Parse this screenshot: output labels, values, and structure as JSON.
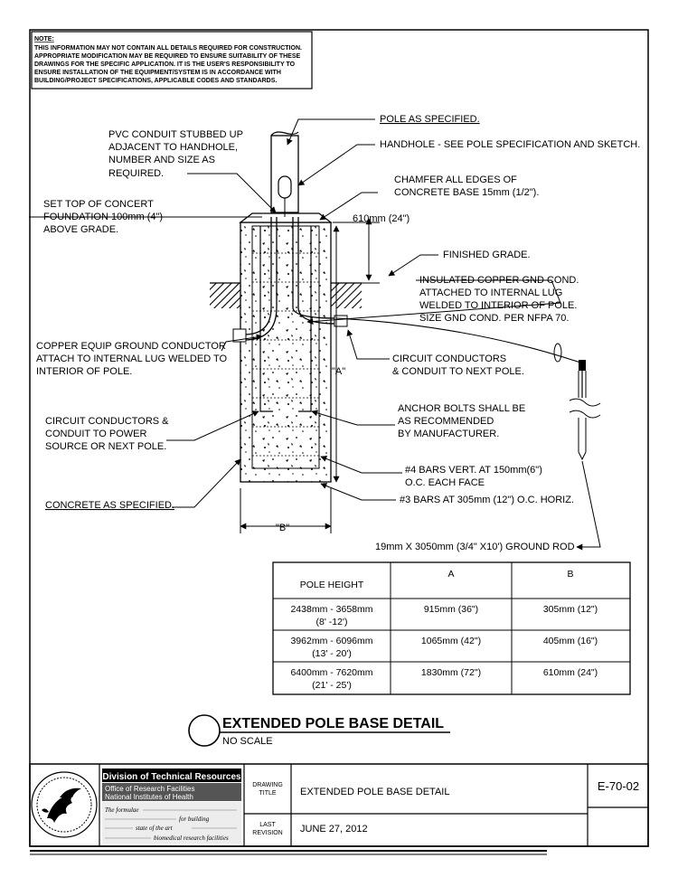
{
  "note": {
    "heading": "NOTE:",
    "lines": [
      "THIS INFORMATION MAY NOT CONTAIN ALL DETAILS REQUIRED FOR CONSTRUCTION.",
      "APPROPRIATE MODIFICATION MAY BE REQUIRED TO ENSURE SUITABILITY OF THESE",
      "DRAWINGS FOR THE SPECIFIC APPLICATION.  IT IS THE USER'S RESPONSIBILITY TO",
      "ENSURE INSTALLATION OF THE EQUIPMENT/SYSTEM IS IN ACCORDANCE WITH",
      "BUILDING/PROJECT SPECIFICATIONS, APPLICABLE CODES AND STANDARDS."
    ]
  },
  "callouts": {
    "pole": "POLE AS SPECIFIED.",
    "handhole": "HANDHOLE - SEE POLE SPECIFICATION AND SKETCH.",
    "pvc": [
      "PVC CONDUIT STUBBED UP",
      "ADJACENT TO HANDHOLE,",
      "NUMBER AND SIZE AS",
      "REQUIRED."
    ],
    "chamfer": [
      "CHAMFER ALL EDGES OF",
      "CONCRETE BASE 15mm (1/2\")."
    ],
    "set_top": [
      "SET TOP OF CONCERT",
      "FOUNDATION  100mm (4\")",
      "ABOVE GRADE."
    ],
    "dim_610": "610mm (24\")",
    "finished_grade": "FINISHED GRADE.",
    "insulated": [
      "INSULATED COPPER GND COND.",
      "ATTACHED TO INTERNAL LUG",
      "WELDED TO INTERIOR OF POLE.",
      "SIZE GND COND. PER NFPA 70."
    ],
    "copper_equip": [
      "COPPER EQUIP GROUND CONDUCTOR",
      "ATTACH TO INTERNAL LUG WELDED TO",
      "INTERIOR OF POLE."
    ],
    "circuit_next": [
      "CIRCUIT CONDUCTORS",
      "& CONDUIT TO NEXT POLE."
    ],
    "dim_a": "\"A\"",
    "anchor": [
      "ANCHOR BOLTS SHALL BE",
      "AS RECOMMENDED",
      "BY MANUFACTURER."
    ],
    "circuit_power": [
      "CIRCUIT CONDUCTORS &",
      "CONDUIT TO POWER",
      "SOURCE OR NEXT POLE."
    ],
    "bars4": [
      "#4 BARS VERT. AT 150mm(6\")",
      "O.C. EACH  FACE"
    ],
    "concrete": "CONCRETE AS SPECIFIED.",
    "bars3": "#3 BARS AT 305mm (12\") O.C. HORIZ.",
    "dim_b": "\"B\"",
    "ground_rod": "19mm X 3050mm (3/4\" X10')  GROUND ROD"
  },
  "table": {
    "headers": [
      "POLE HEIGHT",
      "A",
      "B"
    ],
    "rows": [
      {
        "height": [
          "2438mm - 3658mm",
          "(8' -12')"
        ],
        "a": "915mm (36\")",
        "b": "305mm (12\")"
      },
      {
        "height": [
          "3962mm - 6096mm",
          "(13' - 20')"
        ],
        "a": "1065mm (42\")",
        "b": "405mm (16\")"
      },
      {
        "height": [
          "6400mm - 7620mm",
          "(21' - 25')"
        ],
        "a": "1830mm (72\")",
        "b": "610mm (24\")"
      }
    ]
  },
  "detail_title": {
    "title": "EXTENDED POLE BASE DETAIL",
    "scale": "NO SCALE"
  },
  "title_block": {
    "org_name": "Division of Technical Resources",
    "org_line1": "Office of Research Facilities",
    "org_line2": "National Institutes of Health",
    "formula_a": "The formulae",
    "formula_b": "for building",
    "formula_c": "state of the art",
    "formula_d": "biomedical research facilities",
    "drawing_title_label": [
      "DRAWING",
      "TITLE"
    ],
    "drawing_title": "EXTENDED POLE BASE DETAIL",
    "last_revision_label": [
      "LAST",
      "REVISION"
    ],
    "last_revision": "JUNE 27, 2012",
    "drawing_number": "E-70-02"
  },
  "icons": [
    "hhs-eagle-seal-icon"
  ]
}
